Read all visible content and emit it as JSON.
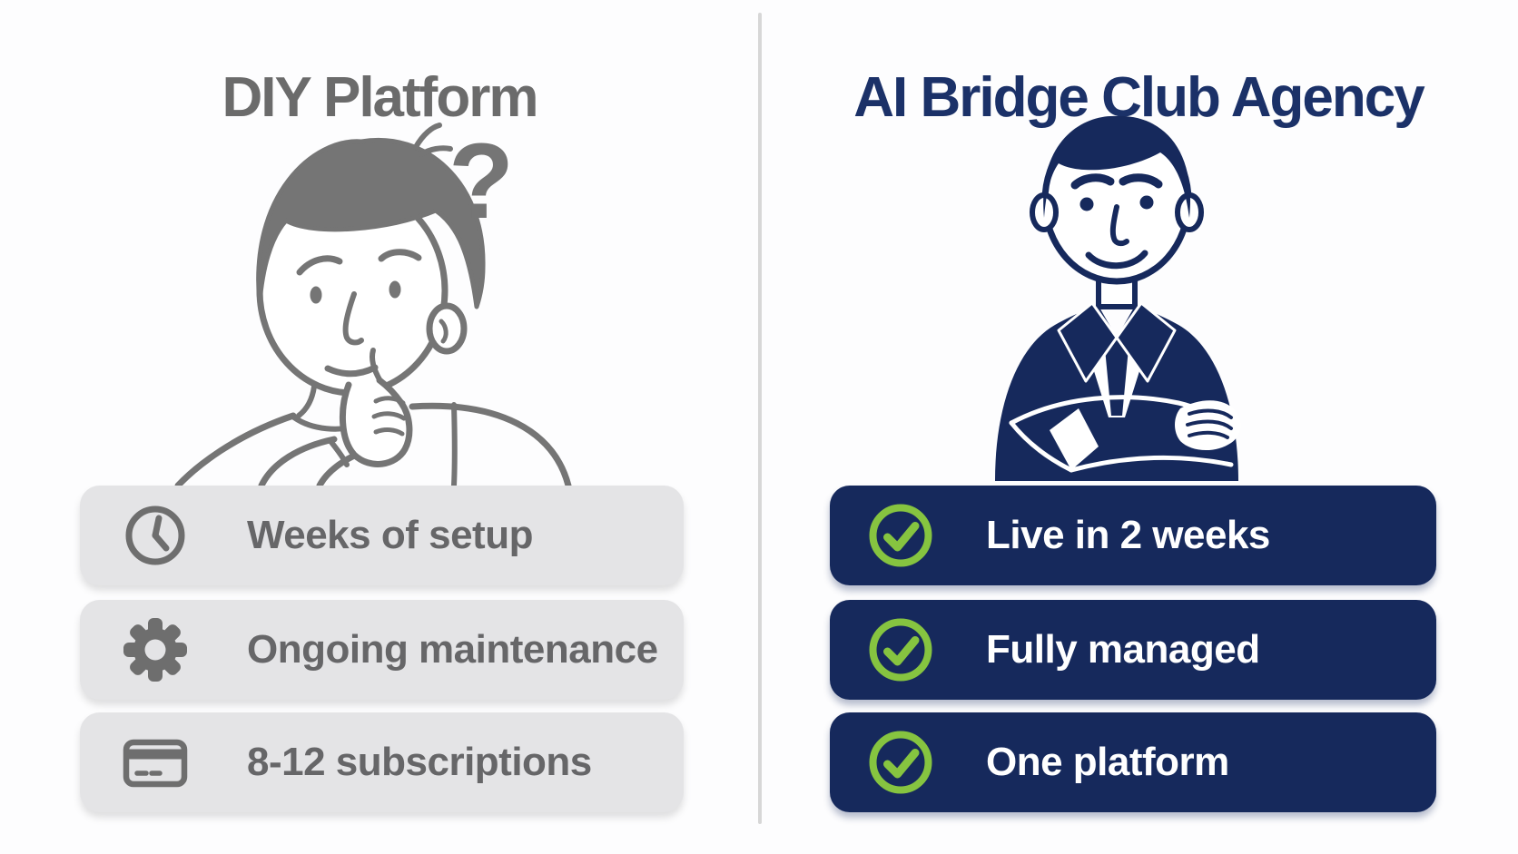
{
  "left_panel": {
    "title": "DIY Platform",
    "illustration": "confused-thinking-person",
    "question_mark": "?",
    "items": [
      {
        "icon": "clock-icon",
        "label": "Weeks of setup"
      },
      {
        "icon": "gear-icon",
        "label": "Ongoing maintenance"
      },
      {
        "icon": "credit-card-icon",
        "label": "8-12 subscriptions"
      }
    ]
  },
  "right_panel": {
    "title": "AI Bridge Club Agency",
    "illustration": "confident-businessman",
    "items": [
      {
        "icon": "check-circle-icon",
        "label": "Live in 2 weeks"
      },
      {
        "icon": "check-circle-icon",
        "label": "Fully managed"
      },
      {
        "icon": "check-circle-icon",
        "label": "One platform"
      }
    ]
  },
  "colors": {
    "navy": "#16295C",
    "title_navy": "#1B3168",
    "gray_title": "#6B6B6B",
    "gray_row_bg": "#E4E4E6",
    "gray_text": "#666668",
    "illustration_gray": "#757575",
    "green_check": "#86C440",
    "divider": "#D7D7D7",
    "white": "#FFFFFF"
  }
}
